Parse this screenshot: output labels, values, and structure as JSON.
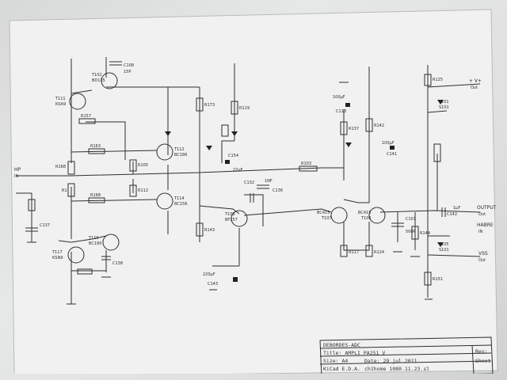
{
  "title_block": {
    "company": "DEBORDES-ADC",
    "title": "Title: AMPLI PA251 V",
    "size": "Size: A4",
    "date": "Date: 29 jul 2011",
    "rev": "Rev:",
    "kicad": "KiCad E.D.A.",
    "file": "ch1home 1080.11.23.sl",
    "sheet": "Sheet:"
  },
  "transistors": [
    {
      "ref": "T111",
      "part": "KSA9"
    },
    {
      "ref": "T102",
      "part": "BD135"
    },
    {
      "ref": "T112",
      "part": "BC186"
    },
    {
      "ref": "T114",
      "part": "BC156"
    },
    {
      "ref": "T117",
      "part": "KSN9"
    },
    {
      "ref": "T110",
      "part": "BC190"
    },
    {
      "ref": "T108",
      "part": "BF257"
    },
    {
      "ref": "T107",
      "part": "BC415"
    },
    {
      "ref": "T106",
      "part": "BC415"
    },
    {
      "ref": "T101",
      "part": "S101"
    },
    {
      "ref": "T105",
      "part": "S101"
    }
  ],
  "resistors": [
    "R157",
    "R163",
    "R168",
    "R168",
    "R1",
    "R105",
    "R112",
    "R173",
    "R143",
    "R119",
    "R103",
    "R137",
    "R142",
    "R117",
    "R124",
    "R125",
    "R144",
    "R151"
  ],
  "capacitors": [
    "C108",
    "C154",
    "C132",
    "C136",
    "C101",
    "C137",
    "C138",
    "C113",
    "C141",
    "C142",
    "C143"
  ],
  "values": [
    "100µF",
    "1NF",
    "15P",
    "500P",
    "220µF",
    "100µF",
    "22µF",
    "1µF"
  ],
  "ports": [
    {
      "label": "HP",
      "sub": "IN"
    },
    {
      "label": "+ V+",
      "sub": "Out"
    },
    {
      "label": "OUTPUT",
      "sub": "Out"
    },
    {
      "label": "HABRE",
      "sub": "IN"
    },
    {
      "label": "VSS",
      "sub": "Out"
    }
  ]
}
